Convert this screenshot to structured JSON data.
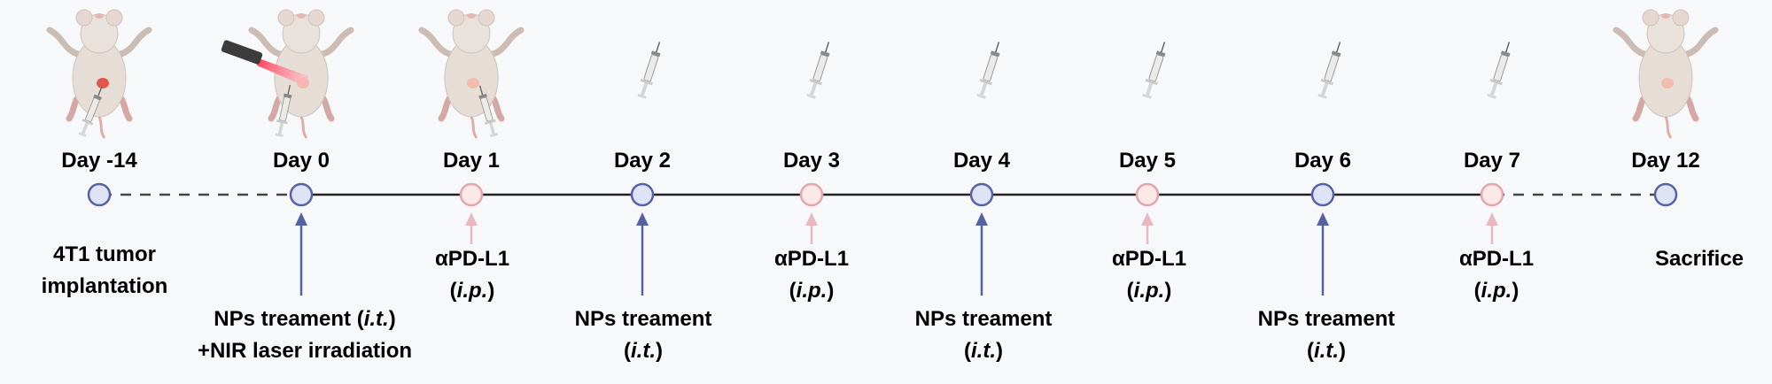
{
  "days": [
    "Day -14",
    "Day 0",
    "Day 1",
    "Day 2",
    "Day 3",
    "Day 4",
    "Day 5",
    "Day 6",
    "Day 7",
    "Day 12"
  ],
  "labels": {
    "implantation": [
      "4T1 tumor",
      "implantation"
    ],
    "day0": {
      "line1_pre": "NPs treament (",
      "line1_it": "i.t.",
      "line1_post": ")",
      "line2": "+NIR laser irradiation"
    },
    "np": {
      "line1": "NPs treament",
      "line2_pre": "(",
      "line2_it": "i.t.",
      "line2_post": ")"
    },
    "pdl1": {
      "line1": "αPD-L1",
      "line2_pre": "(",
      "line2_it": "i.p.",
      "line2_post": ")"
    },
    "sacrifice": "Sacrifice"
  },
  "colors": {
    "np_arrow": "#5562a0",
    "pdl1_arrow": "#e9b9c1",
    "np_node_fill": "#dfe3f6",
    "np_node_stroke": "#5563a3",
    "pdl1_node_fill": "#fde8e8",
    "pdl1_node_stroke": "#e2a5ae"
  },
  "icons": [
    "mouse-injection-icon",
    "mouse-laser-icon",
    "mouse-injection-icon",
    "syringe-icon",
    "syringe-icon",
    "syringe-icon",
    "syringe-icon",
    "syringe-icon",
    "syringe-icon",
    "mouse-icon"
  ]
}
